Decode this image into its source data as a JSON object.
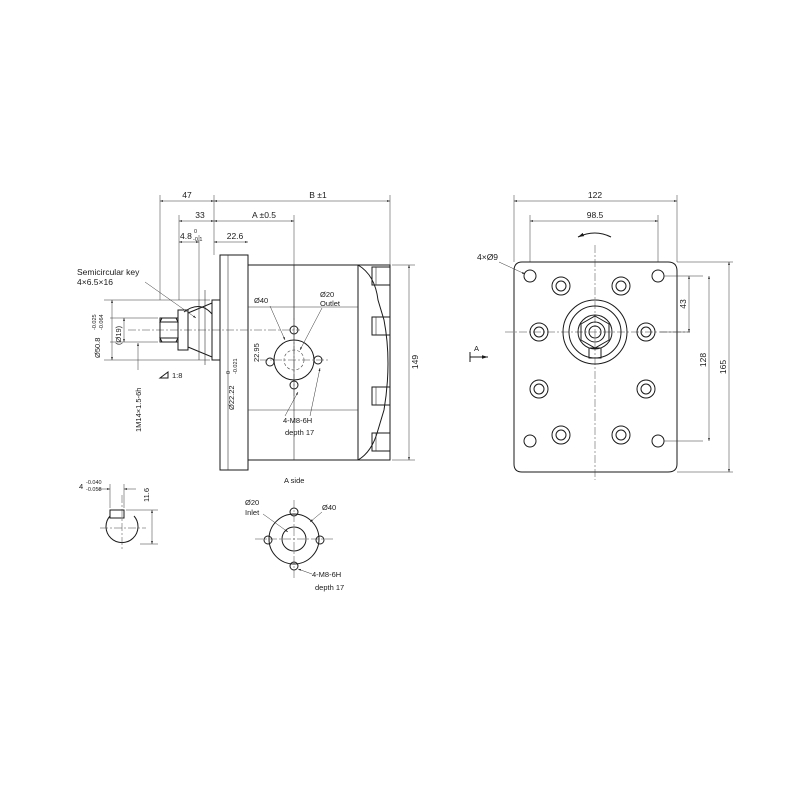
{
  "side_view": {
    "dims": {
      "d47": "47",
      "b": "B ±1",
      "d33": "33",
      "a": "A ±0.5",
      "d48": "4.8",
      "d48_tol_up": "0",
      "d48_tol_dn": "-0.1",
      "d226": "22.6",
      "d149": "149",
      "shaft_dia": "Ø50.8",
      "shaft_dia_tol_up": "-0.025",
      "shaft_dia_tol_dn": "-0.064",
      "d19": "(Ø19)",
      "thread": "1M14×1.5-6h",
      "taper": "1:8",
      "d2295": "22.95",
      "d22": "Ø22.22",
      "d22_tol_up": "0",
      "d22_tol_dn": "-0.021"
    },
    "key_label_1": "Semicircular key",
    "key_label_2": "4×6.5×16",
    "port_d40": "Ø40",
    "port_d20": "Ø20",
    "outlet_label": "Outlet",
    "bolt_label": "4-M8-6H",
    "depth_label": "depth 17"
  },
  "key_section": {
    "width_label": "4",
    "width_tol_up": "-0.040",
    "width_tol_dn": "-0.058",
    "height_label": "11.6"
  },
  "a_side": {
    "title": "A side",
    "d20": "Ø20",
    "inlet": "Inlet",
    "d40": "Ø40",
    "bolt": "4-M8-6H",
    "depth": "depth 17"
  },
  "front_view": {
    "d122": "122",
    "d985": "98.5",
    "holes": "4×Ø9",
    "d43": "43",
    "d128": "128",
    "d165": "165",
    "arrow_label": "A"
  },
  "colors": {
    "line": "#1a1a1a",
    "background": "#ffffff"
  }
}
